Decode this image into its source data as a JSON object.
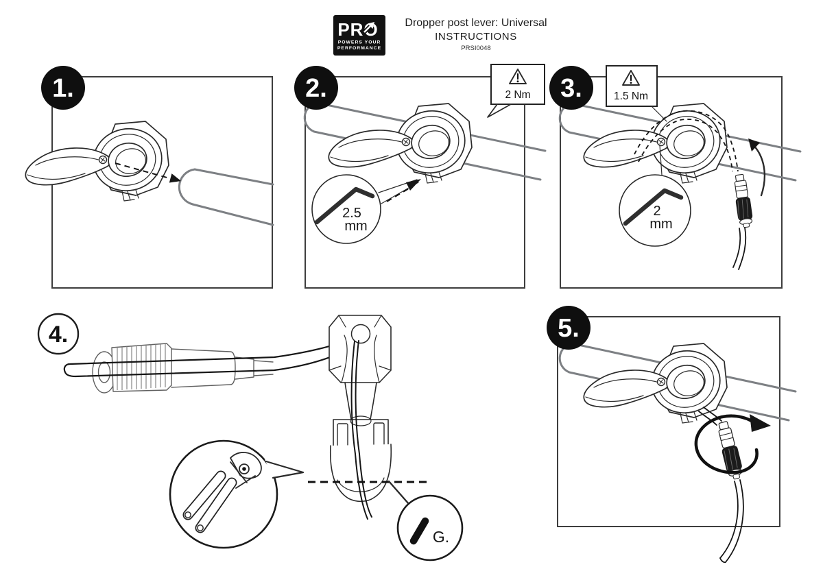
{
  "header": {
    "logo": {
      "brand": "PRO",
      "tagline_line1": "POWERS YOUR",
      "tagline_line2": "PERFORMANCE"
    },
    "title": "Dropper post lever: Universal",
    "subtitle": "INSTRUCTIONS",
    "document_code": "PRSI0048"
  },
  "steps": [
    {
      "number": "1."
    },
    {
      "number": "2.",
      "torque_label": "2 Nm",
      "tool_size": "2.5",
      "tool_unit": "mm"
    },
    {
      "number": "3.",
      "torque_label": "1.5 Nm",
      "tool_size": "2",
      "tool_unit": "mm"
    },
    {
      "number": "4.",
      "part_label": "G."
    },
    {
      "number": "5."
    }
  ],
  "icons": {
    "warning_triangle": "triangle-exclamation",
    "hex_key": "allen-key",
    "cable_cutter": "cable-cutter-pliers",
    "end_cap": "cable-end-cap",
    "direction_arrow": "arrow"
  },
  "colors": {
    "line": "#2a2a2a",
    "tube_gray": "#7d8084",
    "badge_black": "#0f0f0f",
    "background": "#ffffff"
  }
}
